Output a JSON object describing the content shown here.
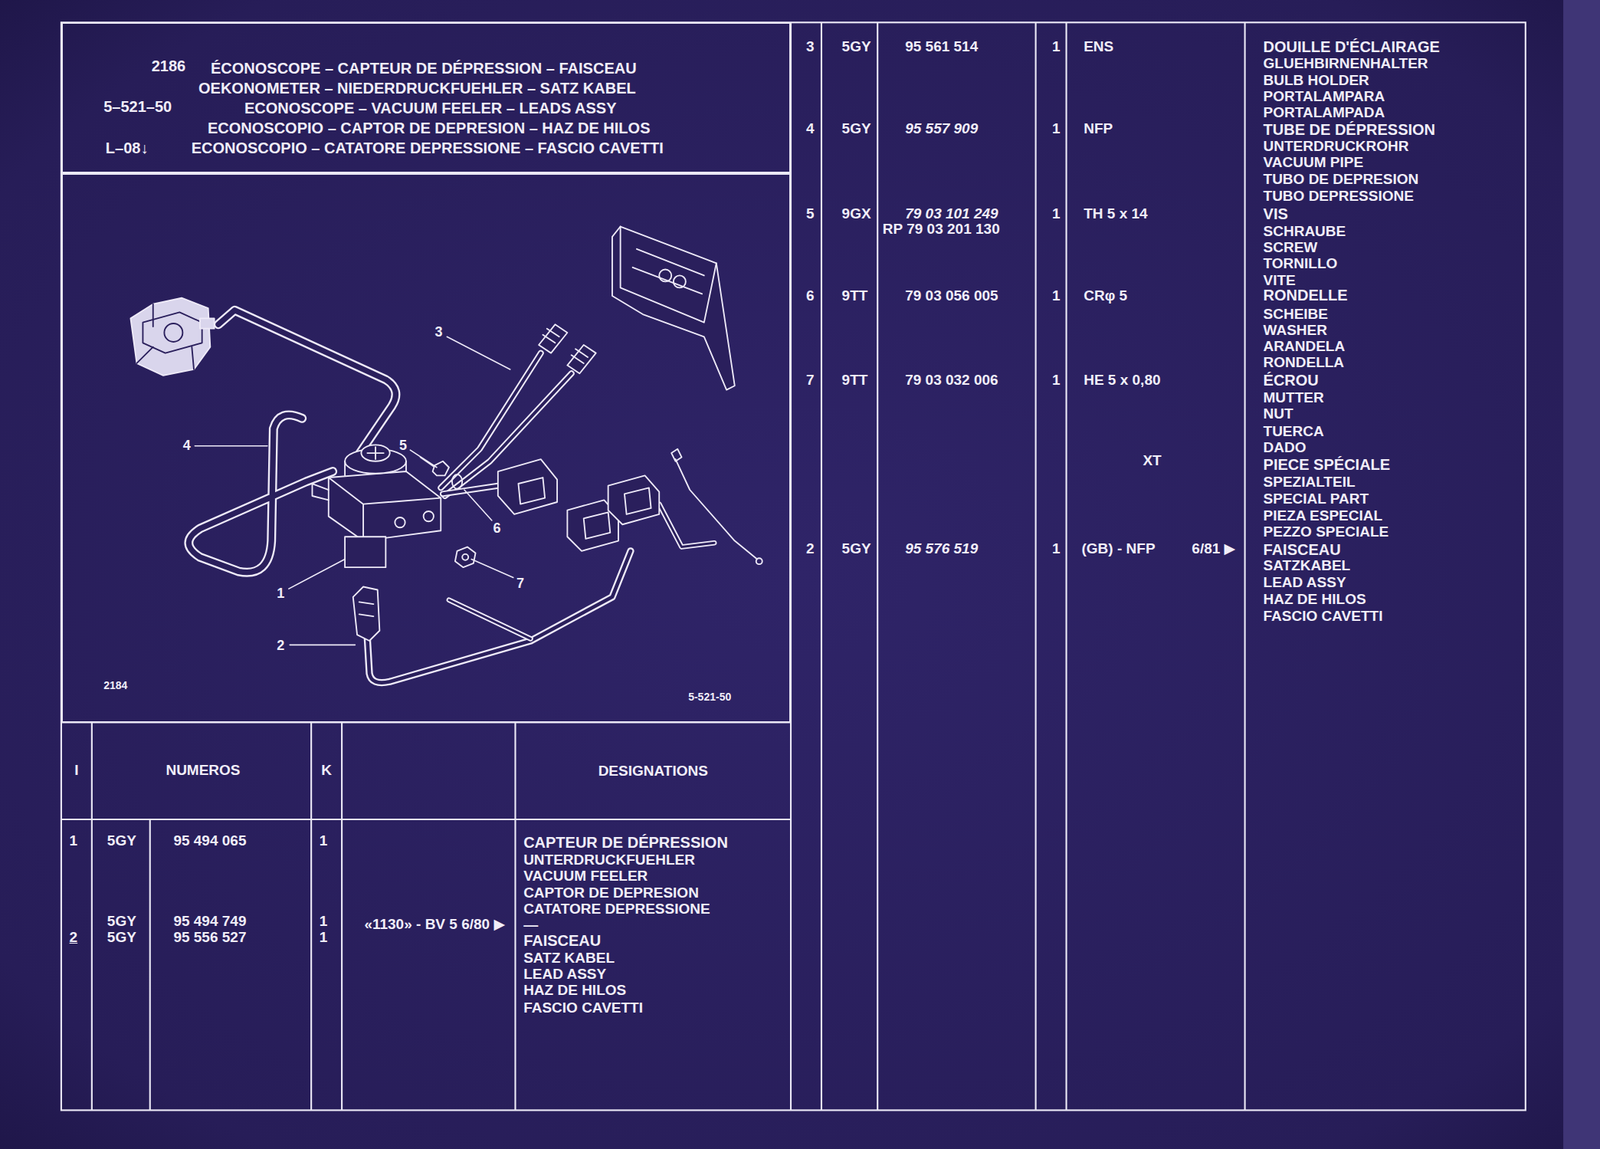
{
  "diagram": {
    "nodes": [
      {
        "text": [
          "2186",
          "ÉCONOSCOPE – CAPTEUR DE DÉPRESSION – FAISCEAU",
          "OEKONOMETER – NIEDERDRUCKFUEHLER – SATZ KABEL",
          "5–521–50",
          "ECONOSCOPE – VACUUM FEELER – LEADS ASSY",
          "ECONOSCOPIO – CAPTOR DE DEPRESION – HAZ DE HILOS",
          "L–08↓",
          "ECONOSCOPIO – CATATORE DEPRESSIONE – FASCIO CAVETTI"
        ]
      },
      {
        "text": [
          "2184",
          "5-521-50"
        ]
      }
    ],
    "labels": [
      "3",
      "4",
      "5",
      "6",
      "7",
      "1",
      "2",
      "I",
      "NUMEROS",
      "K",
      "DESIGNATIONS",
      "1",
      "5GY",
      "95 494 065",
      "1",
      "CAPTEUR DE DÉPRESSION",
      "UNTERDRUCKFUEHLER",
      "VACUUM FEELER",
      "CAPTOR DE DEPRESION",
      "CATATORE DEPRESSIONE",
      "—",
      "2",
      "5GY",
      "95 494 749",
      "1",
      "«1130» - BV 5  6/80 ▶",
      "5GY",
      "95 556 527",
      "1",
      "FAISCEAU",
      "SATZ KABEL",
      "LEAD ASSY",
      "HAZ DE HILOS",
      "FASCIO CAVETTI",
      "3",
      "5GY",
      "95 561 514",
      "1",
      "ENS",
      "DOUILLE D'ÉCLAIRAGE",
      "GLUEHBIRNENHALTER",
      "BULB HOLDER",
      "PORTALAMPARA",
      "PORTALAMPADA",
      "4",
      "5GY",
      "95 557 909",
      "1",
      "NFP",
      "TUBE DE DÉPRESSION",
      "UNTERDRUCKROHR",
      "VACUUM PIPE",
      "TUBO DE DEPRESION",
      "TUBO DEPRESSIONE",
      "5",
      "9GX",
      "79 03 101 249",
      "RP 79 03 201 130",
      "1",
      "TH 5 x 14",
      "VIS",
      "SCHRAUBE",
      "SCREW",
      "TORNILLO",
      "VITE",
      "6",
      "9TT",
      "79 03 056 005",
      "1",
      "CRφ 5",
      "RONDELLE",
      "SCHEIBE",
      "WASHER",
      "ARANDELA",
      "RONDELLA",
      "7",
      "9TT",
      "79 03 032 006",
      "1",
      "HE 5 x 0,80",
      "ÉCROU",
      "MUTTER",
      "NUT",
      "TUERCA",
      "DADO",
      "XT",
      "PIECE SPÉCIALE",
      "SPEZIALTEIL",
      "SPECIAL PART",
      "PIEZA ESPECIAL",
      "PEZZO SPECIALE",
      "2",
      "5GY",
      "95 576 519",
      "1",
      "(GB) - NFP",
      "6/81 ▶",
      "FAISCEAU",
      "SATZKABEL",
      "LEAD ASSY",
      "HAZ DE HILOS",
      "FASCIO CAVETTI"
    ]
  }
}
